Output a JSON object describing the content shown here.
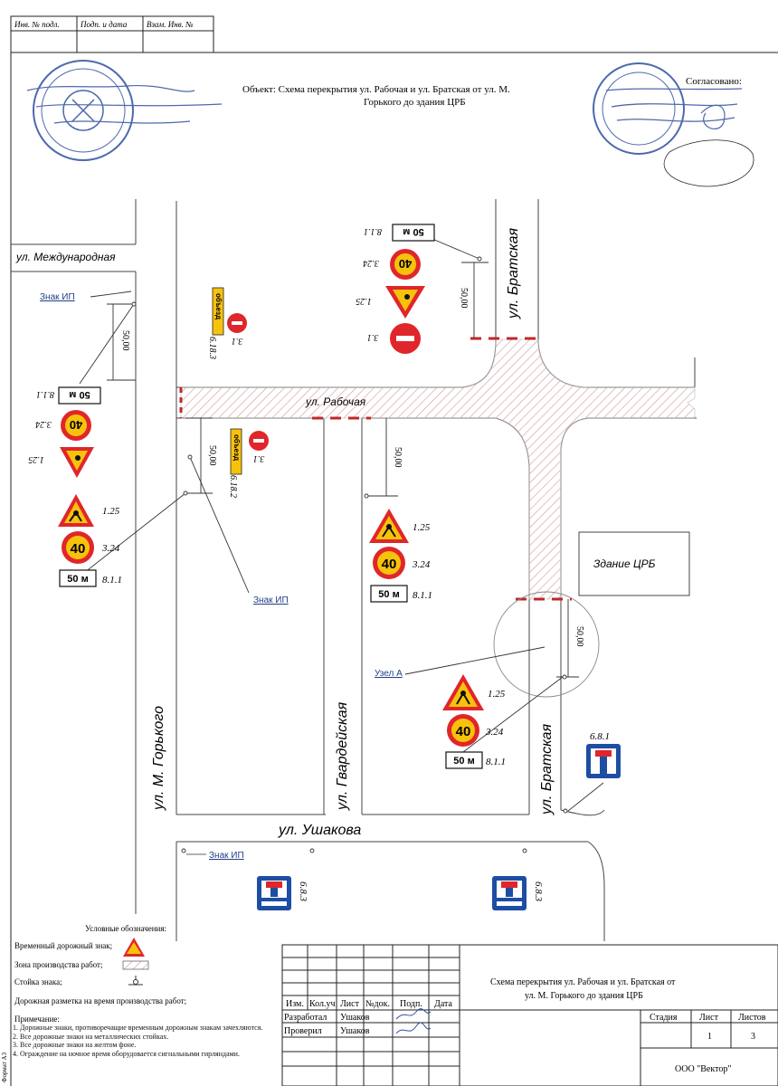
{
  "header_stamp": {
    "cells": [
      "Инв. № подл.",
      "Подп. и дата",
      "Взам. Инв. №"
    ]
  },
  "title": {
    "object_line1": "Объект: Схема перекрытия ул. Рабочая и ул. Братская от ул. М.",
    "object_line2": "Горького до здания ЦРБ",
    "approved": "Согласовано:"
  },
  "streets": {
    "mezhdunarodnaya": "ул. Международная",
    "rabochaya": "ул. Рабочая",
    "bratskaya": "ул. Братская",
    "gorkogo": "ул. М. Горького",
    "gvardeyskaya": "ул. Гвардейская",
    "ushakova": "ул. Ушакова"
  },
  "building": "Здание ЦРБ",
  "labels": {
    "znak_ip": "Знак ИП",
    "uzel": "Узел А",
    "dim_50": "50,00"
  },
  "signs": {
    "speed": "40",
    "distance": "50 м",
    "detour": "объезд",
    "codes": {
      "c125": "1.25",
      "c324": "3.24",
      "c811": "8.1.1",
      "c31": "3.1",
      "c6183": "6.18.3",
      "c6182": "6.18.2",
      "c683": "6.8.3",
      "c681": "6.8.1"
    }
  },
  "legend": {
    "title": "Условные обозначения:",
    "items": [
      "Временный дорожный знак;",
      "Зона производства работ;",
      "Стойка знака;",
      "Дорожная разметка на время производства работ;"
    ],
    "notes_title": "Примечание:",
    "notes": [
      "1.   Дорожные знаки, противоречащие временным дорожным знакам зачехляются.",
      "2.   Все дорожные знаки на металлических стойках.",
      "3.   Все дорожные знаки на желтом фоне.",
      "4.   Ограждение на ночное время оборудовается сигнальными гирляндами."
    ]
  },
  "title_block": {
    "heading_line1": "Схема перекрытия ул. Рабочая и ул. Братская от",
    "heading_line2": "ул. М. Горького до здания ЦРБ",
    "cols": [
      "Изм.",
      "Кол.уч",
      "Лист",
      "№док.",
      "Подп.",
      "Дата"
    ],
    "row1": [
      "Разработал",
      "Ушаков"
    ],
    "row2": [
      "Проверил",
      "Ушаков"
    ],
    "stage_hdr": [
      "Стадия",
      "Лист",
      "Листов"
    ],
    "stage_val": [
      "",
      "1",
      "3"
    ],
    "company": "ООО \"Вектор\"",
    "format": "Формат А3"
  },
  "colors": {
    "sign_red": "#e0262a",
    "sign_yellow": "#f7c20c",
    "sign_blue": "#1d4ea3",
    "stamp_blue": "#2f4f9e",
    "hatch": "#d9a3a3",
    "road_line": "#333333"
  }
}
